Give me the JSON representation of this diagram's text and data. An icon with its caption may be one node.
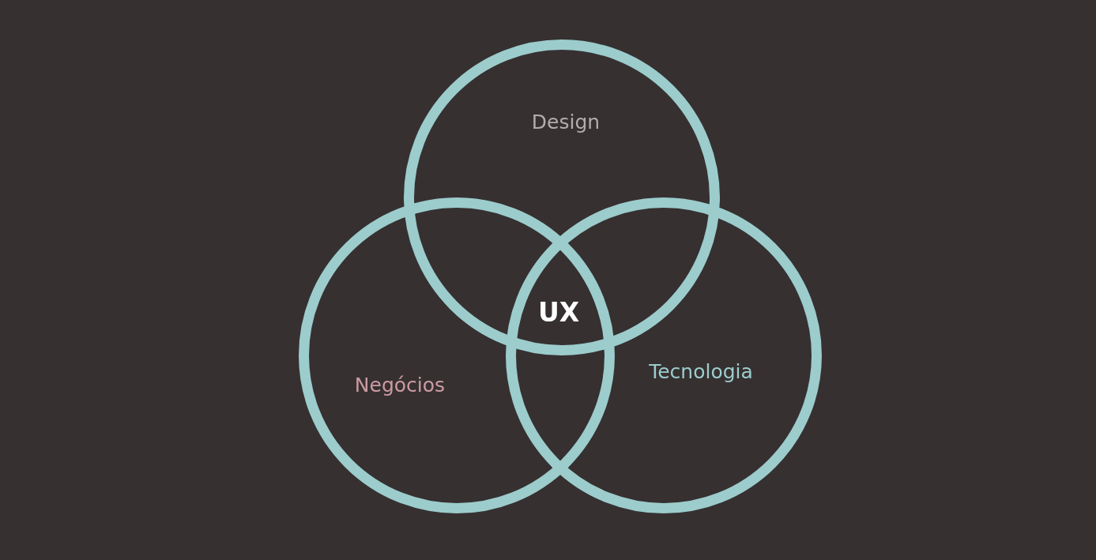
{
  "diagram": {
    "nodes": [
      {
        "text": [
          "Design"
        ]
      },
      {
        "text": [
          "Negócios"
        ]
      },
      {
        "text": [
          "Tecnologia"
        ]
      }
    ],
    "edges": [],
    "labels": [
      "UX"
    ]
  }
}
